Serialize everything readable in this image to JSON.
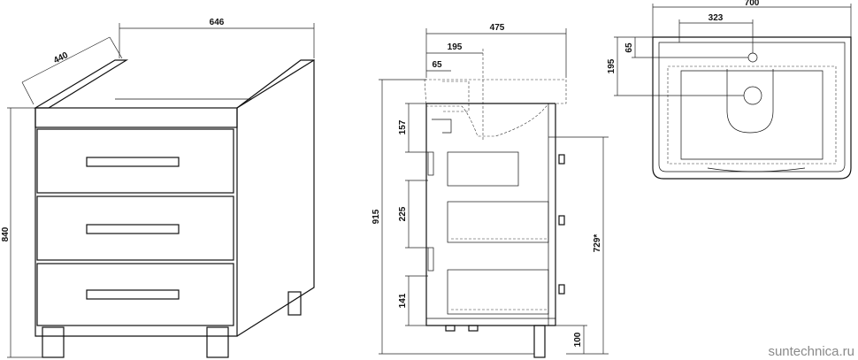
{
  "dimensions": {
    "front": {
      "width": "646",
      "depth": "440",
      "height": "840"
    },
    "side": {
      "depth": "475",
      "offset": "195",
      "small": "65",
      "total_height": "915",
      "upper": "157",
      "middle": "225",
      "lower": "141",
      "inner": "729*",
      "leg": "100"
    },
    "top": {
      "width": "700",
      "half": "323",
      "depth_small": "65",
      "depth": "195"
    }
  },
  "watermark": "suntechnica.ru",
  "colors": {
    "line": "#111111",
    "watermark": "#8a8a8a"
  }
}
